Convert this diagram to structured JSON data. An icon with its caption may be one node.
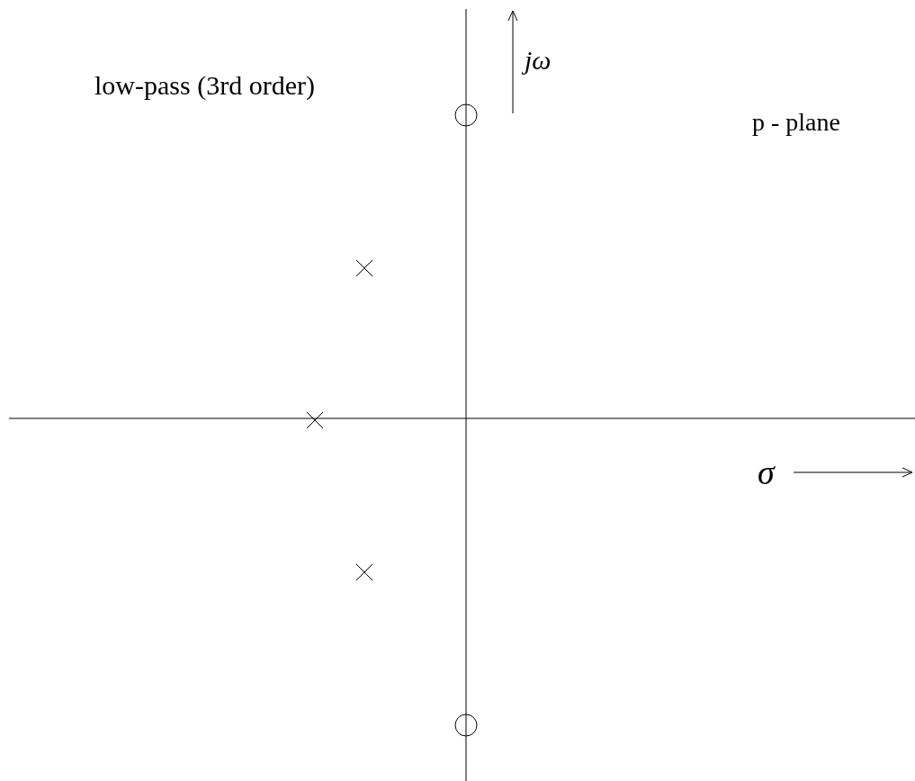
{
  "diagram": {
    "labels": [
      "low-pass (3rd order)",
      "jω",
      "p - plane",
      "σ"
    ]
  }
}
